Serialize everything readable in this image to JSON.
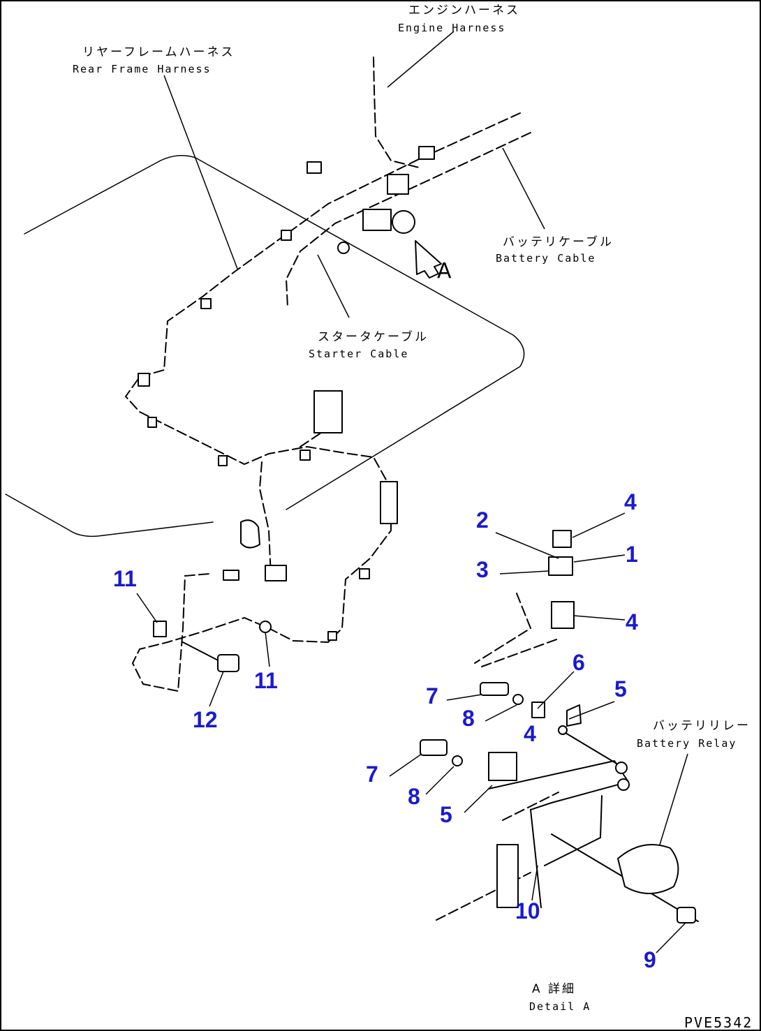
{
  "labels": {
    "engine_harness": {
      "jp": "エンジンハーネス",
      "en": "Engine Harness"
    },
    "rear_frame_harness": {
      "jp": "リヤーフレームハーネス",
      "en": "Rear Frame Harness"
    },
    "battery_cable": {
      "jp": "バッテリケーブル",
      "en": "Battery Cable"
    },
    "starter_cable": {
      "jp": "スタータケーブル",
      "en": "Starter Cable"
    },
    "battery_relay": {
      "jp": "バッテリリレー",
      "en": "Battery Relay"
    },
    "detail": {
      "jp": "A 詳細",
      "en": "Detail A"
    }
  },
  "view_arrow_letter": "A",
  "drawing_code": "PVE5342",
  "callouts": [
    "4",
    "2",
    "1",
    "3",
    "4",
    "6",
    "5",
    "7",
    "8",
    "4",
    "7",
    "8",
    "5",
    "10",
    "9",
    "11",
    "11",
    "12"
  ]
}
